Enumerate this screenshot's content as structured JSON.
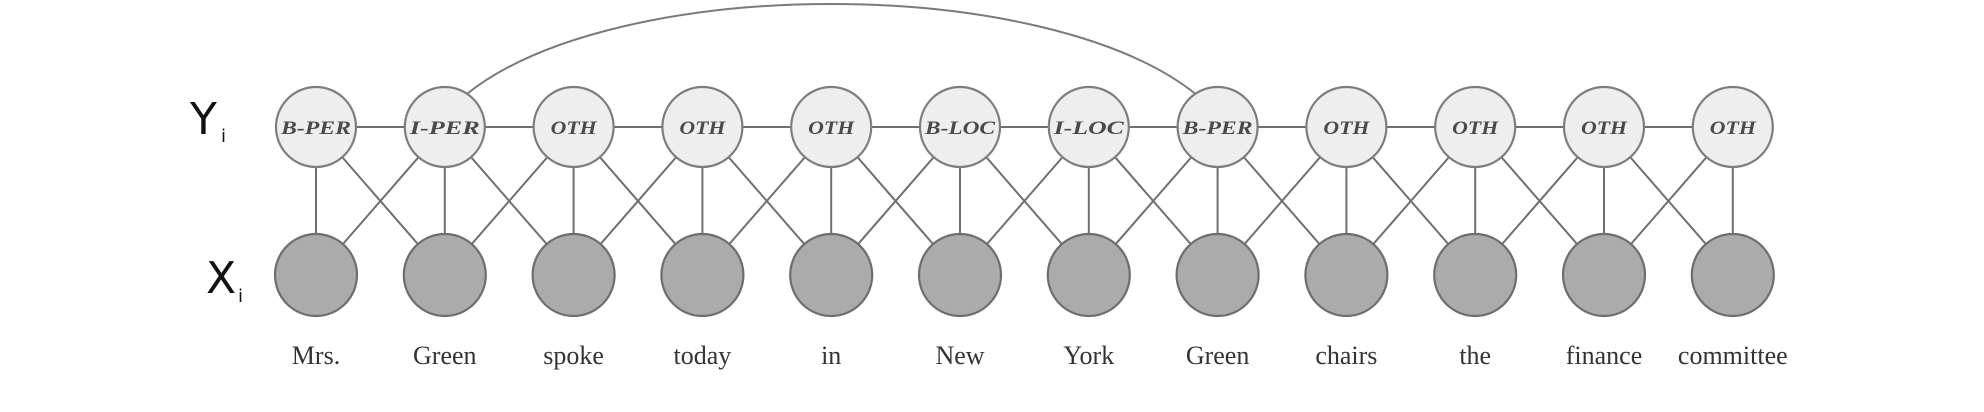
{
  "row_labels": {
    "y": {
      "main": "Y",
      "sub": "i"
    },
    "x": {
      "main": "X",
      "sub": "i"
    }
  },
  "tags": [
    "B-PER",
    "I-PER",
    "OTH",
    "OTH",
    "OTH",
    "B-LOC",
    "I-LOC",
    "B-PER",
    "OTH",
    "OTH",
    "OTH",
    "OTH"
  ],
  "words": [
    "Mrs.",
    "Green",
    "spoke",
    "today",
    "in",
    "New",
    "York",
    "Green",
    "chairs",
    "the",
    "finance",
    "committee"
  ],
  "skip_edge": {
    "from_index": 1,
    "to_index": 7
  }
}
